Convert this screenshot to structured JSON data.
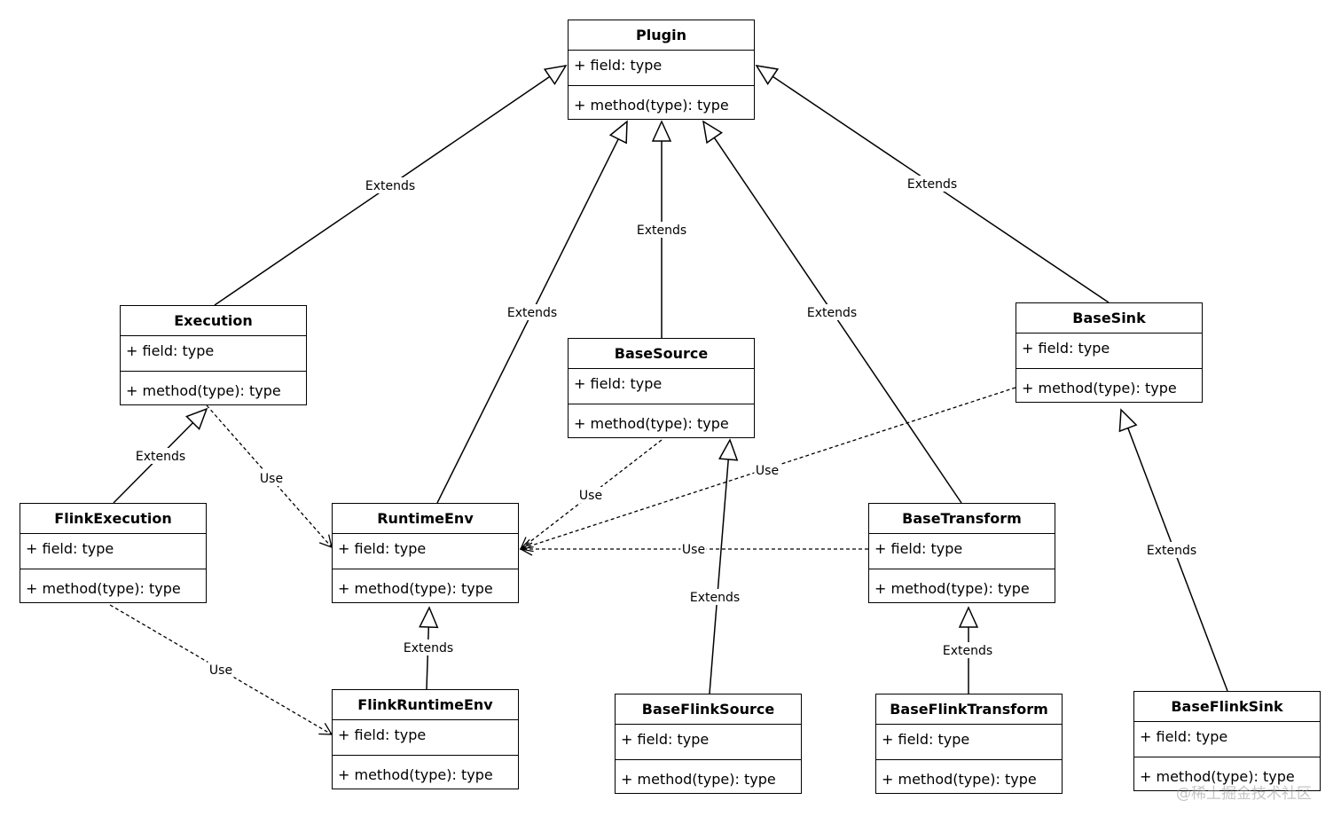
{
  "classes": [
    {
      "id": "plugin",
      "name": "Plugin",
      "field": "+ field: type",
      "method": "+ method(type): type"
    },
    {
      "id": "execution",
      "name": "Execution",
      "field": "+ field: type",
      "method": "+ method(type): type"
    },
    {
      "id": "basesource",
      "name": "BaseSource",
      "field": "+ field: type",
      "method": "+ method(type): type"
    },
    {
      "id": "basesink",
      "name": "BaseSink",
      "field": "+ field: type",
      "method": "+ method(type): type"
    },
    {
      "id": "flinkexecution",
      "name": "FlinkExecution",
      "field": "+ field: type",
      "method": "+ method(type): type"
    },
    {
      "id": "runtimeenv",
      "name": "RuntimeEnv",
      "field": "+ field: type",
      "method": "+ method(type): type"
    },
    {
      "id": "basetransform",
      "name": "BaseTransform",
      "field": "+ field: type",
      "method": "+ method(type): type"
    },
    {
      "id": "flinkruntimeenv",
      "name": "FlinkRuntimeEnv",
      "field": "+ field: type",
      "method": "+ method(type): type"
    },
    {
      "id": "baseflinksource",
      "name": "BaseFlinkSource",
      "field": "+ field: type",
      "method": "+ method(type): type"
    },
    {
      "id": "baseflinktransform",
      "name": "BaseFlinkTransform",
      "field": "+ field: type",
      "method": "+ method(type): type"
    },
    {
      "id": "baseflinksink",
      "name": "BaseFlinkSink",
      "field": "+ field: type",
      "method": "+ method(type): type"
    }
  ],
  "relations": [
    {
      "type": "extends",
      "from": "Execution",
      "to": "Plugin",
      "label": "Extends"
    },
    {
      "type": "extends",
      "from": "RuntimeEnv",
      "to": "Plugin",
      "label": "Extends"
    },
    {
      "type": "extends",
      "from": "BaseSource",
      "to": "Plugin",
      "label": "Extends"
    },
    {
      "type": "extends",
      "from": "BaseTransform",
      "to": "Plugin",
      "label": "Extends"
    },
    {
      "type": "extends",
      "from": "BaseSink",
      "to": "Plugin",
      "label": "Extends"
    },
    {
      "type": "extends",
      "from": "FlinkExecution",
      "to": "Execution",
      "label": "Extends"
    },
    {
      "type": "extends",
      "from": "FlinkRuntimeEnv",
      "to": "RuntimeEnv",
      "label": "Extends"
    },
    {
      "type": "extends",
      "from": "BaseFlinkSource",
      "to": "BaseSource",
      "label": "Extends"
    },
    {
      "type": "extends",
      "from": "BaseFlinkTransform",
      "to": "BaseTransform",
      "label": "Extends"
    },
    {
      "type": "extends",
      "from": "BaseFlinkSink",
      "to": "BaseSink",
      "label": "Extends"
    },
    {
      "type": "use",
      "from": "Execution",
      "to": "RuntimeEnv",
      "label": "Use"
    },
    {
      "type": "use",
      "from": "BaseSource",
      "to": "RuntimeEnv",
      "label": "Use"
    },
    {
      "type": "use",
      "from": "BaseSink",
      "to": "RuntimeEnv",
      "label": "Use"
    },
    {
      "type": "use",
      "from": "BaseTransform",
      "to": "RuntimeEnv",
      "label": "Use"
    },
    {
      "type": "use",
      "from": "FlinkExecution",
      "to": "FlinkRuntimeEnv",
      "label": "Use"
    }
  ],
  "watermark": "@稀土掘金技术社区",
  "colors": {
    "line": "#000000",
    "background": "#ffffff",
    "watermark": "#969696"
  }
}
